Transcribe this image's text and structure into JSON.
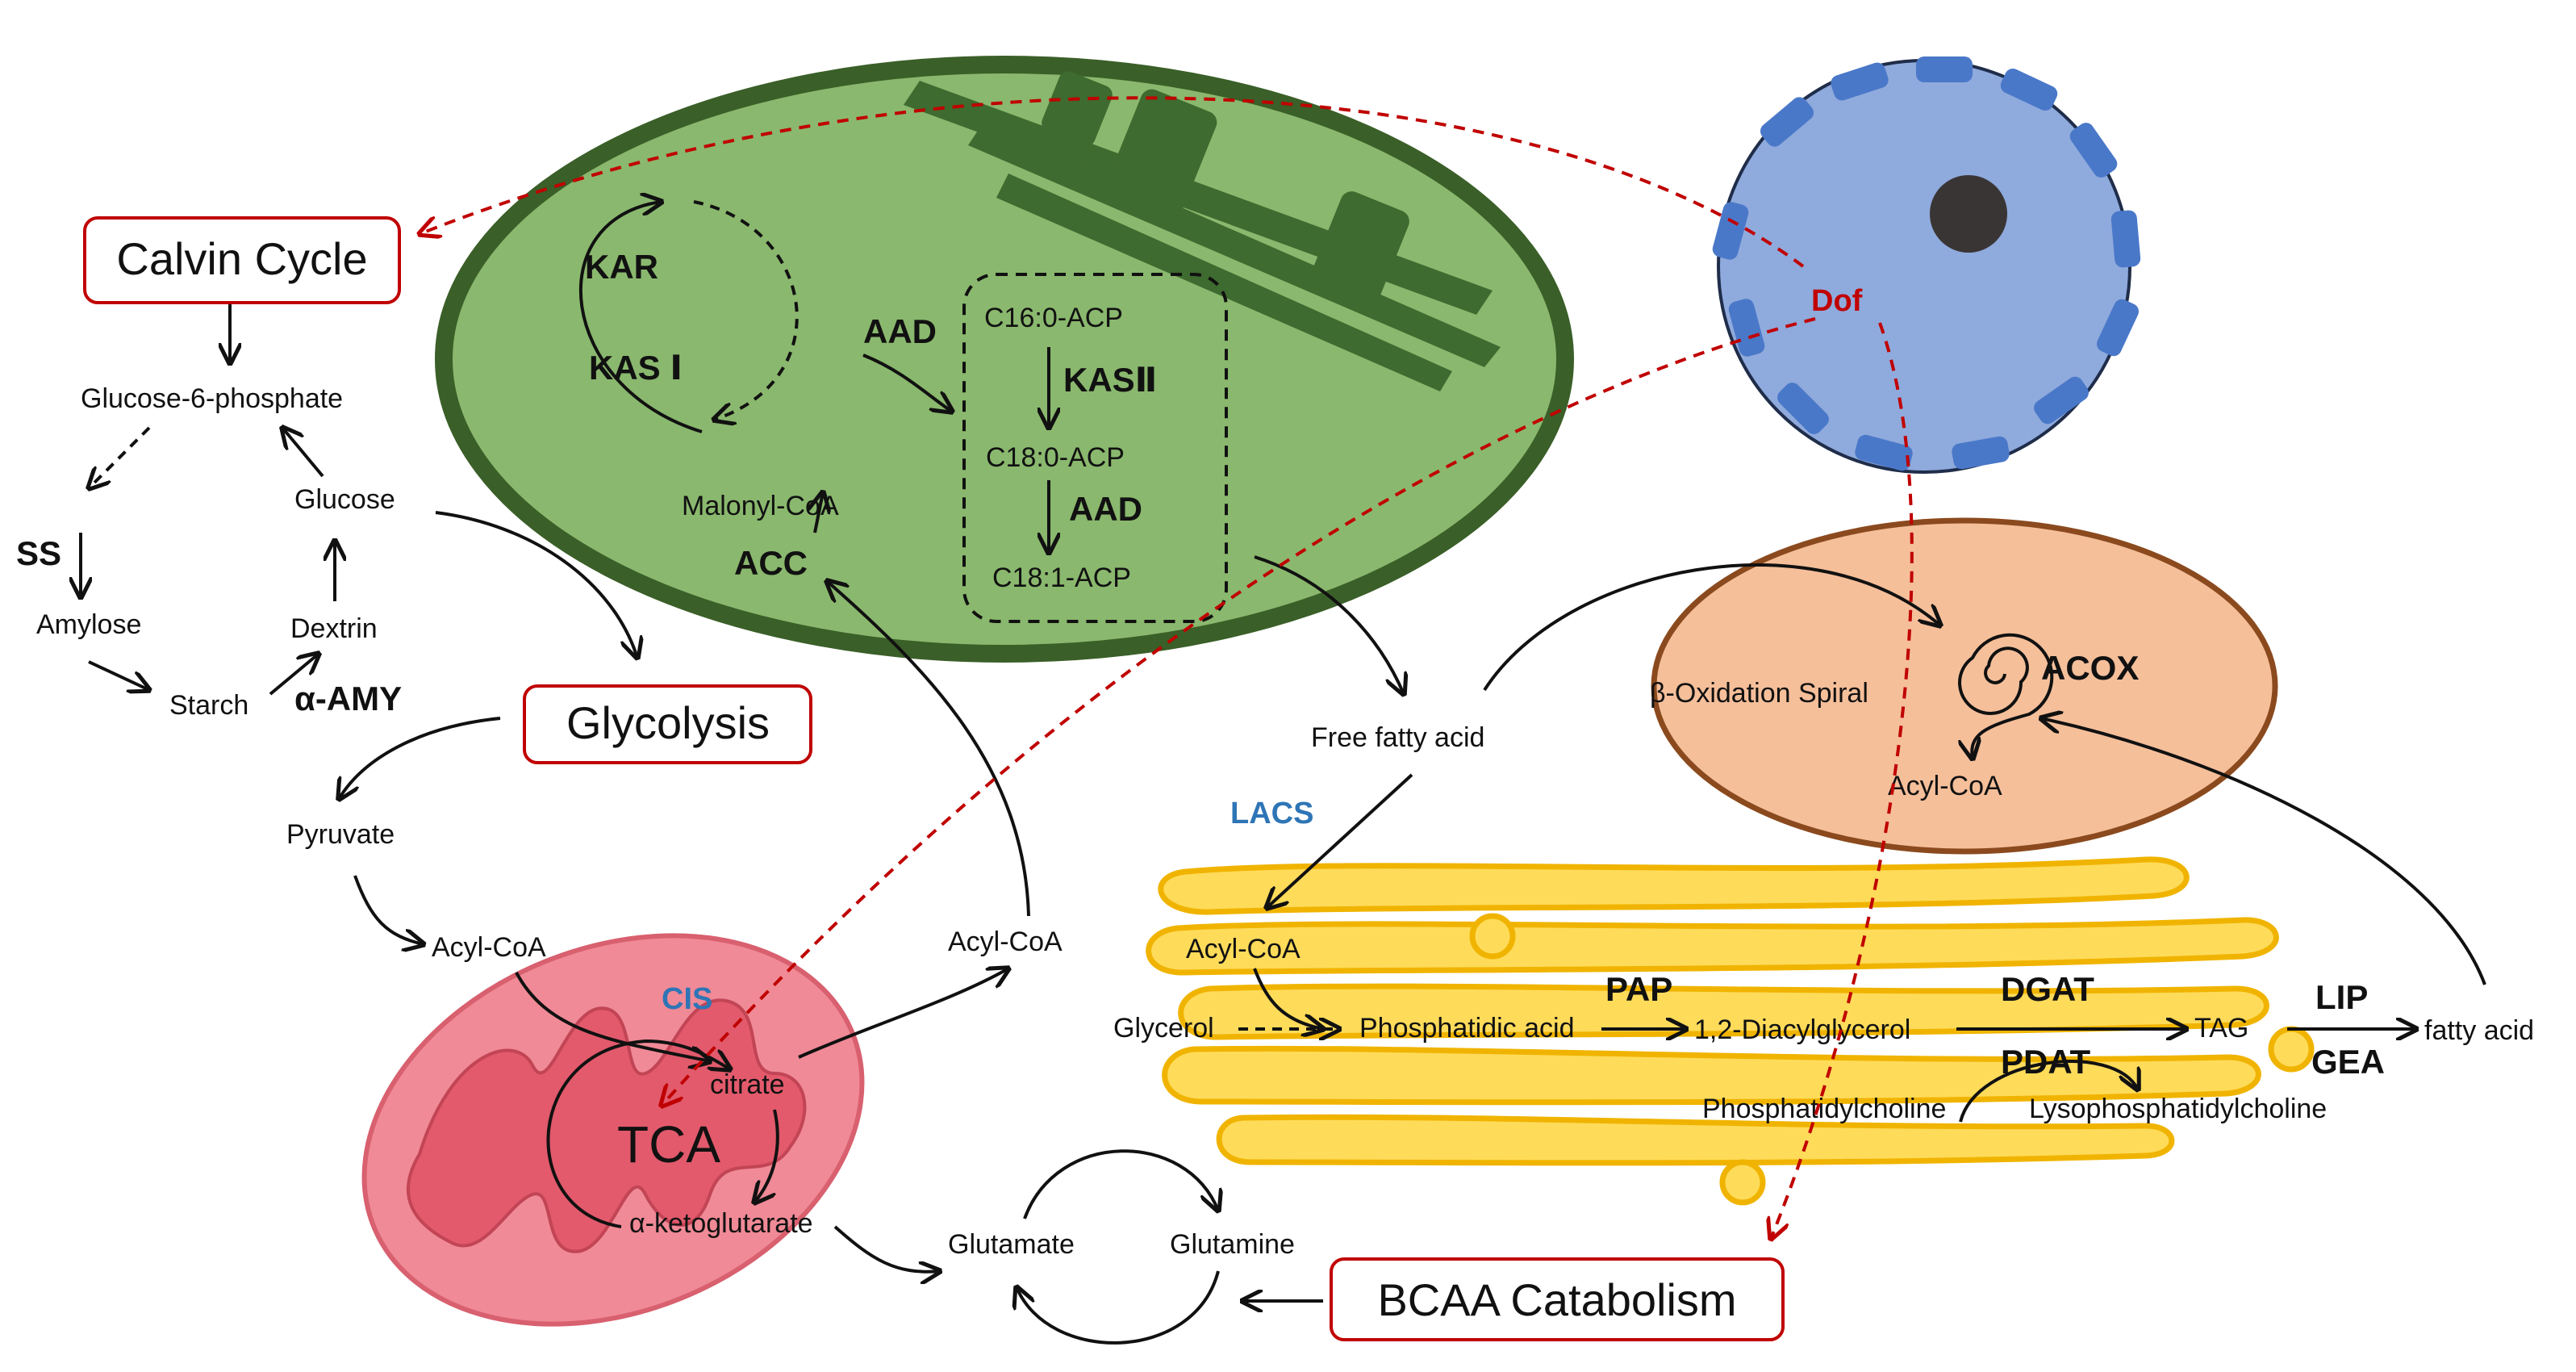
{
  "process_boxes": {
    "calvin": "Calvin Cycle",
    "glycolysis": "Glycolysis",
    "bcaa": "BCAA Catabolism"
  },
  "chloroplast": {
    "kar": "KAR",
    "kas1": "KAS Ⅰ",
    "aad_top": "AAD",
    "c16": "C16:0-ACP",
    "kas2": "KASⅡ",
    "c18_0": "C18:0-ACP",
    "aad_mid": "AAD",
    "c18_1": "C18:1-ACP",
    "malonyl": "Malonyl-CoA",
    "acc": "ACC"
  },
  "nucleus": {
    "dof": "Dof"
  },
  "starch": {
    "g6p": "Glucose-6-phosphate",
    "glucose": "Glucose",
    "ss": "SS",
    "amylose": "Amylose",
    "dextrin": "Dextrin",
    "starch": "Starch",
    "amy": "α-AMY"
  },
  "glycolysis_path": {
    "pyruvate": "Pyruvate",
    "acyl_coa_1": "Acyl-CoA"
  },
  "mitochondrion": {
    "cis": "CIS",
    "citrate": "citrate",
    "tca": "TCA",
    "akg": "α-ketoglutarate",
    "acyl_coa": "Acyl-CoA"
  },
  "amino": {
    "glutamate": "Glutamate",
    "glutamine": "Glutamine"
  },
  "fatty": {
    "ffa": "Free fatty acid",
    "lacs": "LACS"
  },
  "peroxisome": {
    "spiral": "β-Oxidation Spiral",
    "acox": "ACOX",
    "acyl_coa": "Acyl-CoA"
  },
  "er": {
    "acyl_coa": "Acyl-CoA",
    "glycerol": "Glycerol",
    "pa": "Phosphatidic acid",
    "pap": "PAP",
    "dag": "1,2-Diacylglycerol",
    "dgat": "DGAT",
    "pdat": "PDAT",
    "tag": "TAG",
    "pc": "Phosphatidylcholine",
    "lpc": "Lysophosphatidylcholine",
    "lip": "LIP",
    "gea": "GEA",
    "fa": "fatty acid"
  },
  "colors": {
    "chloroplast": "#8ab86e",
    "chloroplast_border": "#3a5f28",
    "thylakoid": "#3e6b2f",
    "nucleus": "#8faadc",
    "nucleus_blocks": "#4a78c9",
    "peroxisome": "#f5bf9a",
    "peroxisome_border": "#8b4a1e",
    "mitochondrion": "#f08a96",
    "mitochondrion_inner": "#e25a6c",
    "er": "#ffdb5a",
    "er_border": "#f0b400",
    "regulation_arrow": "#c00000",
    "enzyme_blue": "#2e75b6"
  }
}
